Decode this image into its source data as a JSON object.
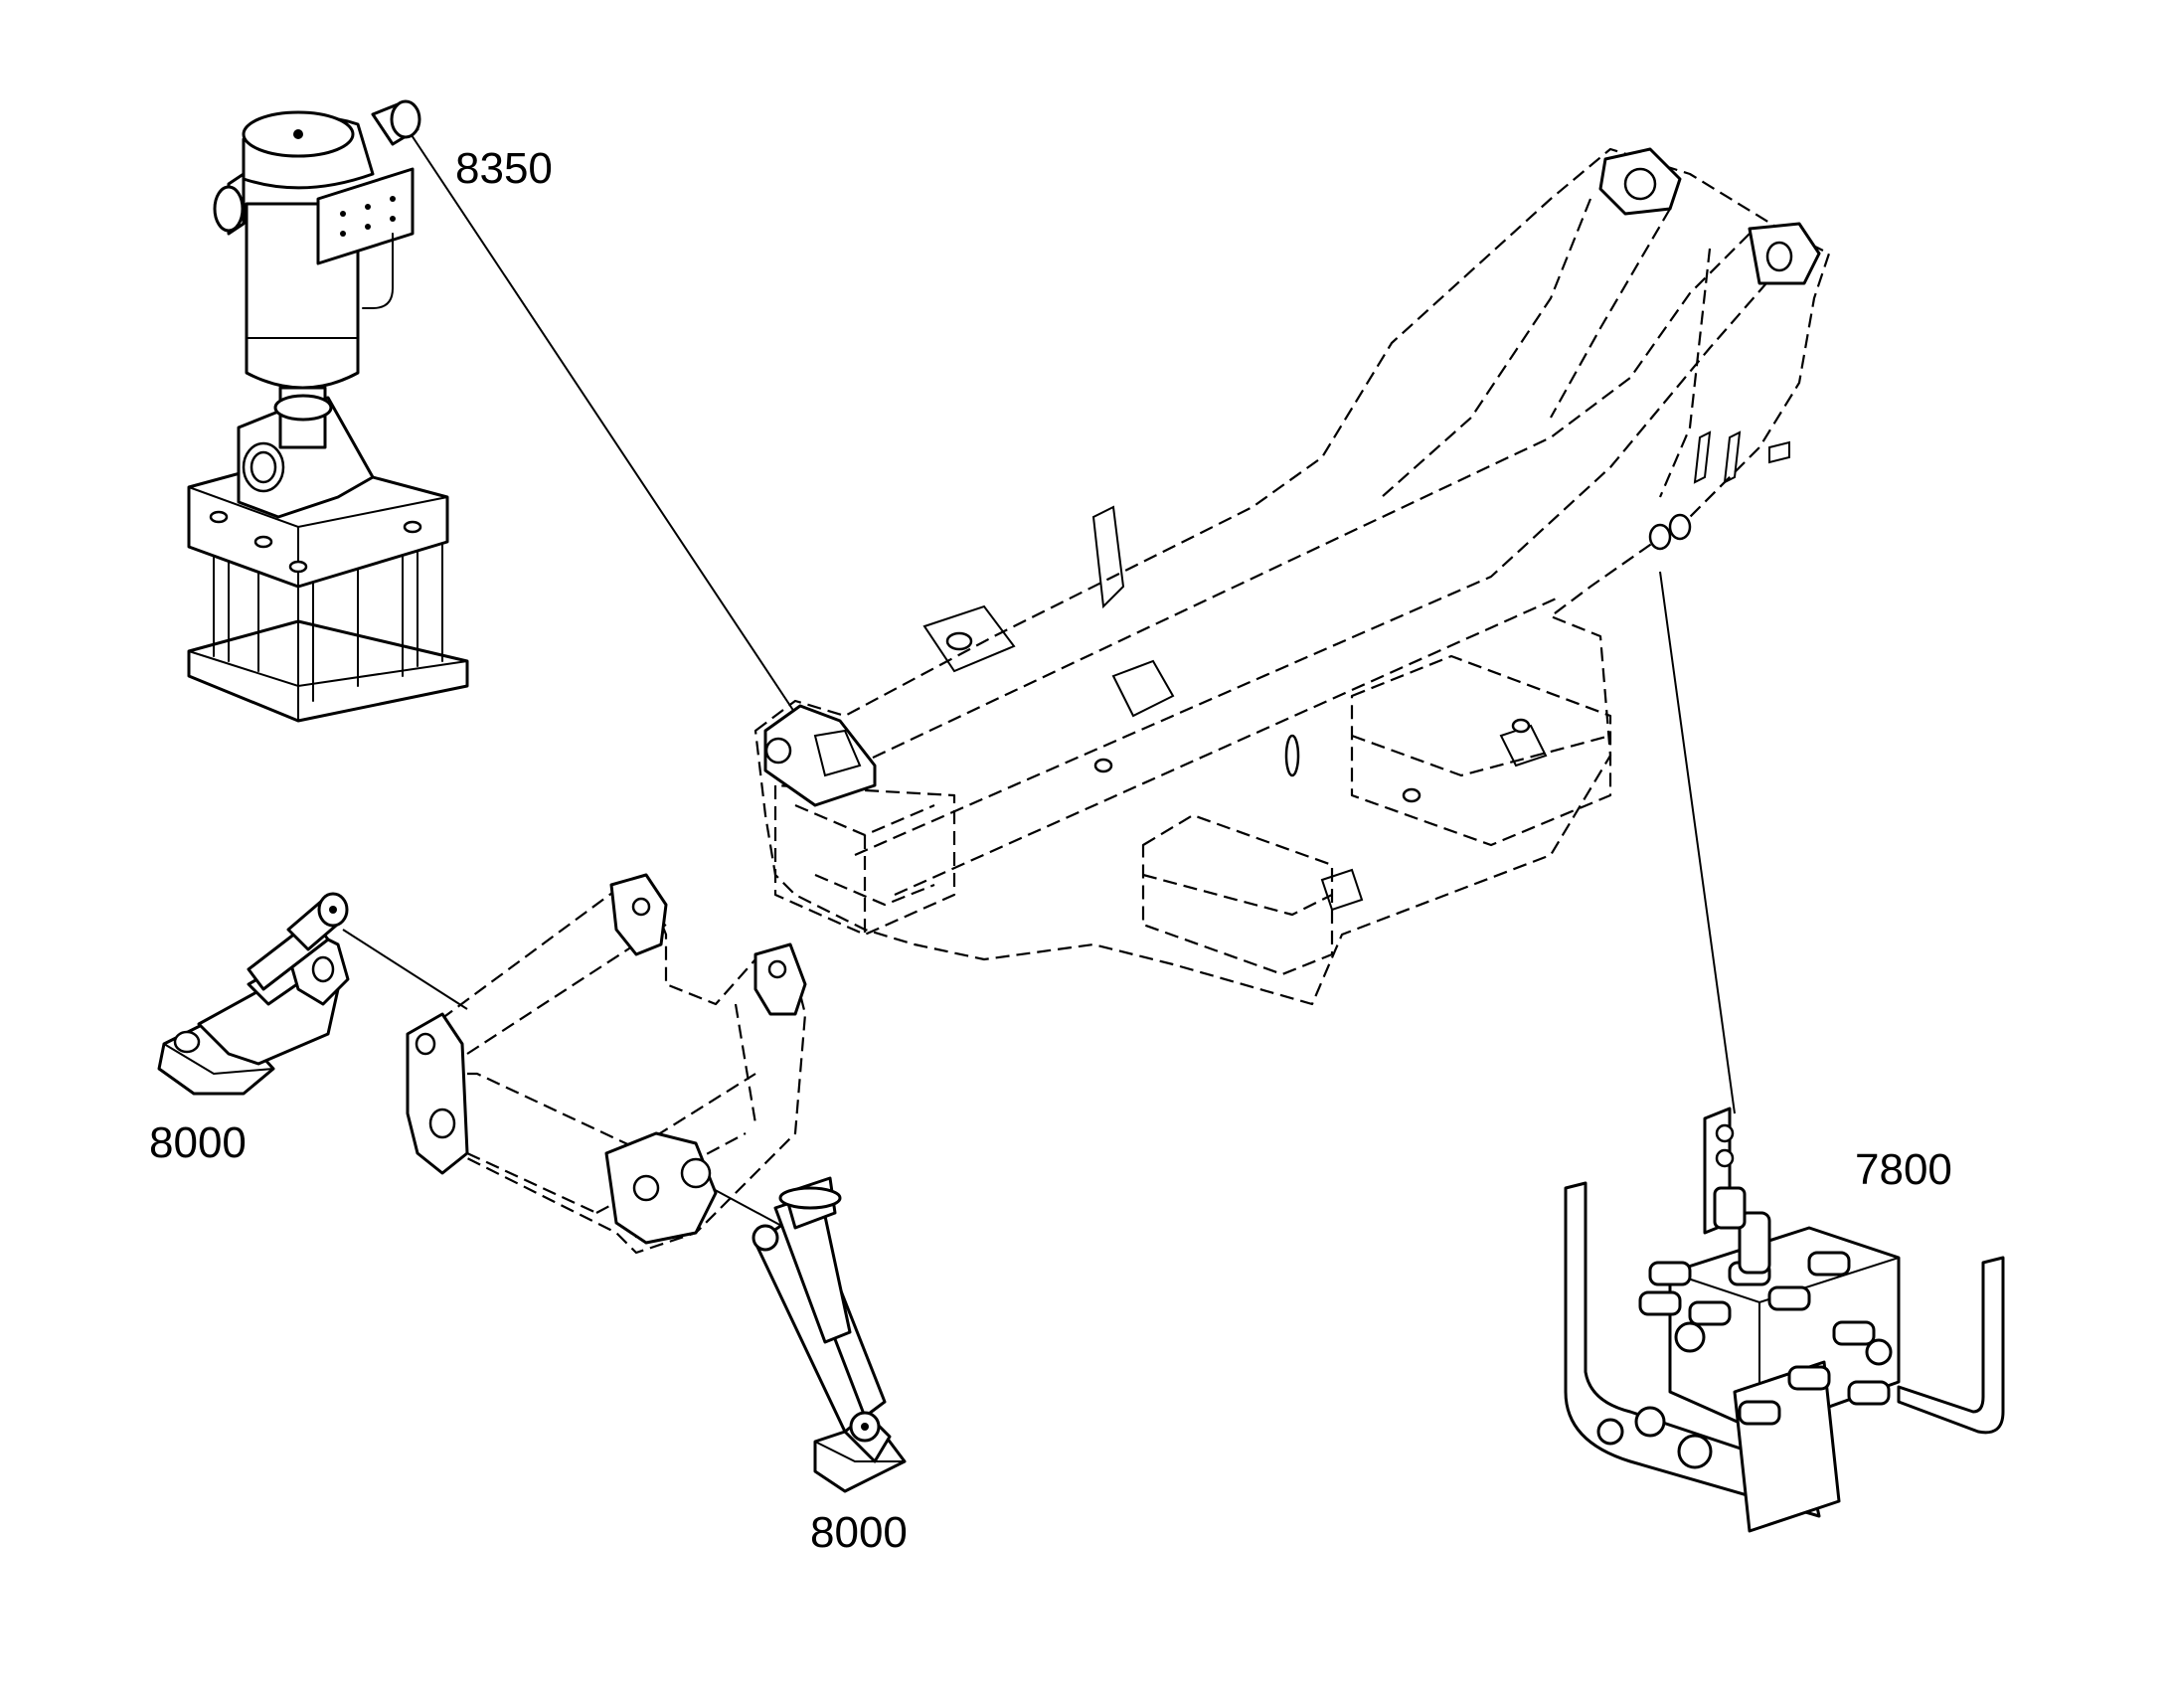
{
  "callouts": {
    "c1": "8350",
    "c2": "8000",
    "c3": "8000",
    "c4": "7800"
  },
  "colors": {
    "line": "#000000",
    "background": "#ffffff"
  }
}
